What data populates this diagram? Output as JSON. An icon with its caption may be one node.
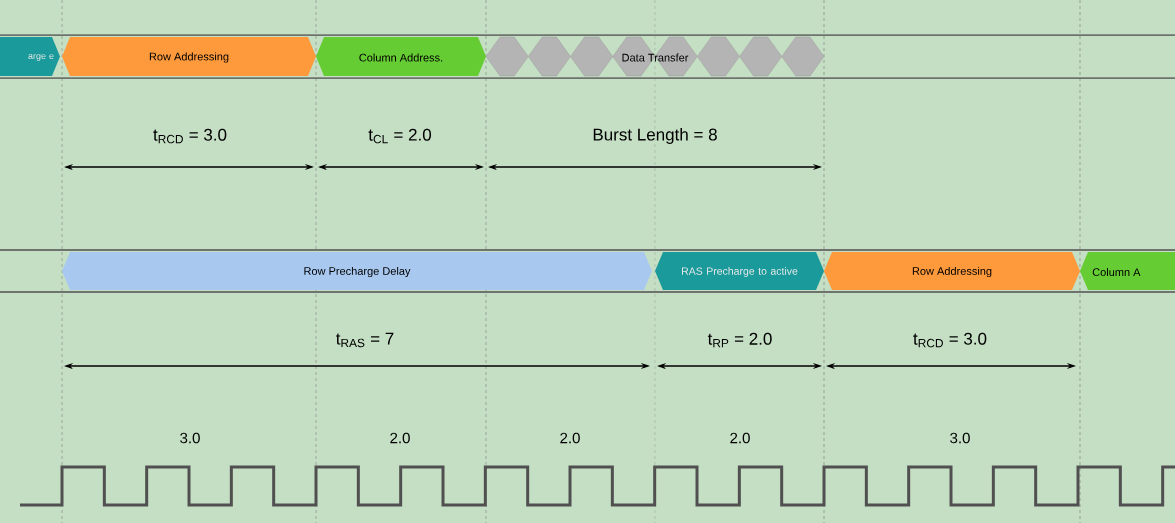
{
  "diagram": {
    "nodes": [
      {
        "text": [
          "arge e"
        ]
      },
      {
        "text": [
          "Row Addressing"
        ]
      },
      {
        "text": [
          "Column Address."
        ]
      },
      {
        "text": [
          "Data Transfer"
        ]
      },
      {
        "text": [
          "Row Precharge Delay"
        ]
      },
      {
        "text": [
          "RAS Precharge to active"
        ]
      },
      {
        "text": [
          "Row Addressing"
        ]
      },
      {
        "text": [
          "Column A"
        ]
      }
    ],
    "edges": [],
    "labels": [
      "t$_{RCD}$ = 3.0",
      "t$_{CL}$ = 2.0",
      "Burst Length = 8",
      "t$_{RAS}$ = 7",
      "t$_{RP}$ = 2.0",
      "t$_{RCD}$ = 3.0",
      "3.0",
      "2.0",
      "2.0",
      "2.0",
      "3.0"
    ]
  }
}
